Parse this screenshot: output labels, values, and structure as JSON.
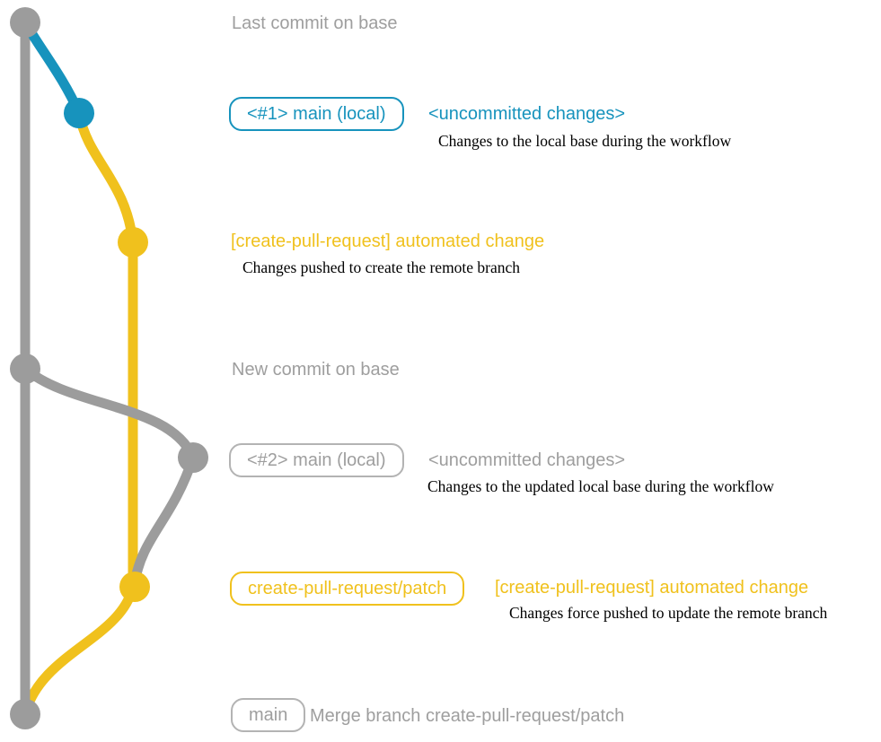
{
  "colors": {
    "teal": "#1793bd",
    "yellow": "#f0c11d",
    "gray": "#9c9c9c",
    "gray_border": "#b3b3b3",
    "caption_text": "#000000"
  },
  "graph": {
    "commit_count": 7,
    "branches": [
      "base (gray)",
      "local main (teal)",
      "create-pull-request/patch (yellow)"
    ]
  },
  "top_annotation": {
    "label": "Last commit on base"
  },
  "row_main_local_1": {
    "badge": "<#1> main (local)",
    "heading": "<uncommitted changes>",
    "caption": "Changes to the local base during the workflow"
  },
  "row_automated_change_1": {
    "heading": "[create-pull-request] automated change",
    "caption": "Changes pushed to create the remote branch"
  },
  "mid_annotation": {
    "label": "New commit on base"
  },
  "row_main_local_2": {
    "badge": "<#2> main (local)",
    "heading": "<uncommitted changes>",
    "caption": "Changes to the updated local base during the workflow"
  },
  "row_automated_change_2": {
    "badge": "create-pull-request/patch",
    "heading": "[create-pull-request] automated change",
    "caption": "Changes force pushed to update the remote branch"
  },
  "row_merge": {
    "badge": "main",
    "heading": "Merge branch create-pull-request/patch"
  }
}
